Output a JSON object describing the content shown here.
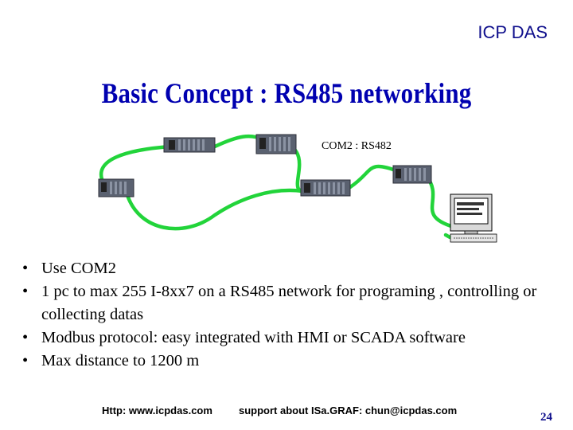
{
  "header": {
    "brand": "ICP DAS"
  },
  "slide": {
    "title": "Basic Concept : RS485 networking"
  },
  "diagram": {
    "com_label": "COM2 : RS482",
    "cable_color": "#22d43a"
  },
  "bullets": [
    "Use COM2",
    "1 pc to max 255 I-8xx7 on a RS485 network for programing , controlling or collecting datas",
    "Modbus protocol: easy integrated with HMI or SCADA software",
    "Max distance to 1200 m"
  ],
  "footer": {
    "website": "Http: www.icpdas.com",
    "support": "support about ISa.GRAF:  chun@icpdas.com",
    "page_number": "24"
  }
}
